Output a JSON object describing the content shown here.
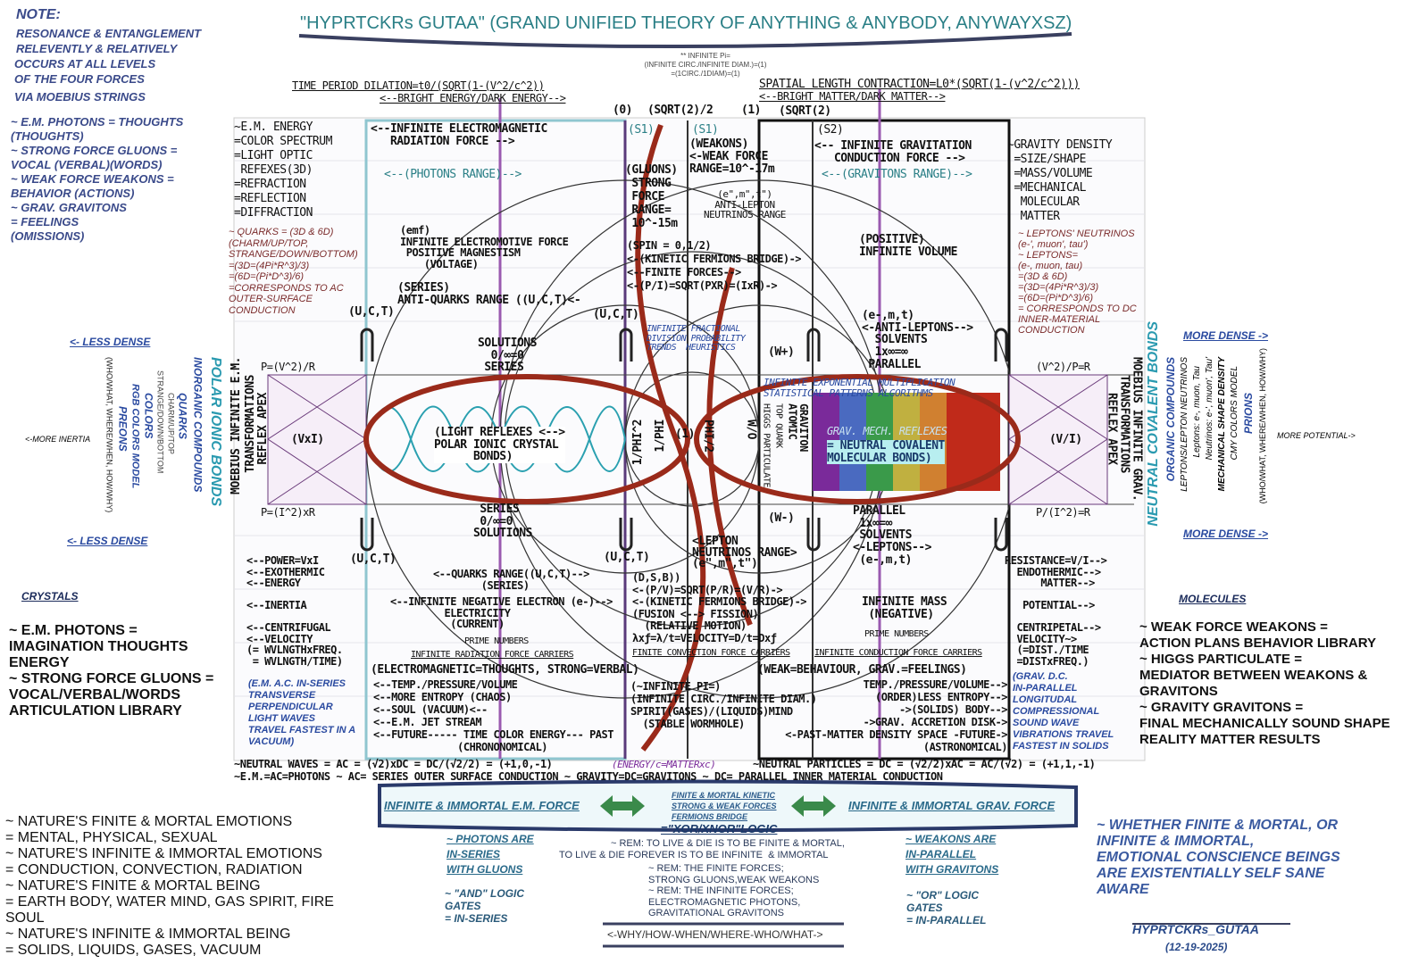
{
  "title": "\"HYPRTCKRs GUTAA\" (GRAND UNIFIED THEORY OF ANYTHING & ANYBODY, ANYWAYXSZ)",
  "note": {
    "head": "NOTE:",
    "lines": [
      "RESONANCE & ENTANGLEMENT",
      "RELEVENTLY & RELATIVELY",
      "OCCURS AT ALL LEVELS",
      "OF THE FOUR FORCES",
      "VIA MOEBIUS STRINGS"
    ]
  },
  "left_notes": [
    "~ E.M. PHOTONS = THOUGHTS",
    "(THOUGHTS)",
    "~ STRONG FORCE GLUONS =",
    "VOCAL (VERBAL)(WORDS)",
    "~ WEAK FORCE WEAKONS =",
    "BEHAVIOR (ACTIONS)",
    "~ GRAV. GRAVITONS",
    "= FEELINGS",
    "(OMISSIONS)"
  ],
  "pi_note": [
    "** INFINITE Pi=",
    "(INFINITE CIRC./INFINITE DIAM.)=(1)",
    "=(1CIRC./1DIAM)=(1)"
  ],
  "time_dilation": "TIME PERIOD DILATION=t0/(SQRT(1-(V^2/c^2))",
  "bright_energy": "<--BRIGHT ENERGY/DARK ENERGY-->",
  "spatial_contraction": "SPATIAL LENGTH CONTRACTION=L0*(SQRT(1-(v^2/c^2)))",
  "bright_matter": "<--BRIGHT MATTER/DARK MATTER-->",
  "axis": [
    "(0)",
    "(SQRT(2)/2",
    "(1)",
    "(SQRT(2)"
  ],
  "em_energy": [
    "~E.M. ENERGY",
    "=COLOR SPECTRUM",
    "=LIGHT OPTIC",
    " REFEXES(3D)",
    "=REFRACTION",
    "=REFLECTION",
    "=DIFFRACTION"
  ],
  "grav_density": [
    "~GRAVITY DENSITY",
    " =SIZE/SHAPE",
    " =MASS/VOLUME",
    " =MECHANICAL",
    "  MOLECULAR",
    "  MATTER"
  ],
  "quarks_note": [
    "~ QUARKS = (3D & 6D)",
    "(CHARM/UP/TOP,",
    "STRANGE/DOWN/BOTTOM)",
    "=(3D=(4Pi*R^3)/3)",
    "=(6D=(Pi*D^3)/6)",
    "=CORRESPONDS TO AC",
    "OUTER-SURFACE",
    "CONDUCTION"
  ],
  "leptons_note": [
    "~ LEPTONS' NEUTRINOS",
    "(e-', muon', tau')",
    "~ LEPTONS=",
    "(e-, muon, tau)",
    "=(3D & 6D)",
    "=(3D=(4Pi*R^3)/3)",
    "=(6D=(Pi*D^3)/6)",
    "= CORRESPONDS TO DC",
    "INNER-MATERIAL",
    "CONDUCTION"
  ],
  "center": {
    "inf_em": "<--INFINITE ELECTROMAGNETIC\n   RADIATION FORCE -->",
    "photons_range": "<--(PHOTONS RANGE)-->",
    "s1": "(S1)",
    "s2": "(S2)",
    "gluons": "(GLUONS)\n STRONG\n FORCE\n RANGE=\n 10^-15m",
    "weakons": "(WEAKONS)\n<-WEAK FORCE\nRANGE=10^-17m",
    "anti_lepton": "(e\",m\",t\")\nANTI-LEPTON\nNEUTRINOS RANGE",
    "inf_grav": "<-- INFINITE GRAVITATION\n   CONDUCTION FORCE -->",
    "gravitons_range": "<--(GRAVITONS RANGE)-->",
    "emf": "(emf)\nINFINITE ELECTROMOTIVE FORCE\n POSITIVE MAGNESTISM\n    (VOLTAGE)",
    "spin": "(SPIN = 0,1/2)\n<-(KINETIC FERMIONS BRIDGE)->\n<--FINITE FORCES-->\n<-(P/I)=SQRT(PXR)=(IxR)->",
    "positive": "(POSITIVE)\nINFINITE VOLUME",
    "anti_quarks": "(SERIES)\nANTI-QUARKS RANGE ((U,C,T)<-",
    "anti_leptons": "(e-,m,t)\n<-ANTI-LEPTONS-->\n  SOLVENTS\n  1x∞=∞\n PARALLEL",
    "solutions_top": "SOLUTIONS\n  0/∞=0\n SERIES",
    "fractional": "INFINITE FRACTIONAL\nDIVISION PROBABILITY\nTRENDS  HEURISTICS",
    "exponential": "INFINITE EXPONENTIAL MULTIPLICATION\nSTATISTICAL PATTERNS ALGORITHMS",
    "p_left_top": "P=(V^2)/R",
    "p_left_bot": "P=(I^2)xR",
    "p_right_top": "(V^2)/P=R",
    "p_right_bot": "P/(I^2)=R",
    "vxi": "(VxI)",
    "vi": "(V/I)",
    "light_reflexes": "(LIGHT REFLEXES <-->\nPOLAR IONIC CRYSTAL\n      BONDS)",
    "grav_mech": "GRAV. MECH. REFLEXES",
    "neutral_covalent": "= NEUTRAL COVALENT\nMOLECULAR BONDS)",
    "vert_labels": [
      "1/PHI^2",
      "1/PHI",
      "PHI/2",
      "(1)",
      "W/O",
      "GRAVITON\nATOMIC",
      "HIGGS PARTICULATE",
      "TOP QUARK"
    ],
    "solutions_bot": " SERIES\n 0/∞=0\nSOLUTIONS",
    "parallel_bot": "PARALLEL\n 1x∞=∞\n SOLVENTS\n<-LEPTONS-->\n (e-,m,t)",
    "lepton_range": "<LEPTON\nNEUTRINOS RANGE>\n(e\",m\",t\")",
    "power": "<--POWER=VxI\n<--EXOTHERMIC\n<--ENERGY\n\n<--INERTIA\n\n<--CENTRIFUGAL\n<--VELOCITY\n(= WVLNGTHxFREQ.\n = WVLNGTH/TIME)",
    "quarks_range": "<--QUARKS RANGE((U,C,T)-->\n        (SERIES)",
    "neg_electron": "<--INFINITE NEGATIVE ELECTRON (e-)-->\n         ELECTRICITY\n          (CURRENT)",
    "dsb": "(D,S,B))\n<-(P/V)=SQRT(P/R)=(V/R)->\n<-(KINETIC FERMIONS BRIDGE)->\n(FUSION <--> FISSION)\n  (RELATIVE MOTION)\nλxƒ=λ/t=VELOCITY=D/t=Dxƒ",
    "inf_mass": "INFINITE MASS\n (NEGATIVE)",
    "resistance": "RESISTANCE=V/I-->\n  ENDOTHERMIC-->\n      MATTER-->\n\n   POTENTIAL-->\n\n  CENTRIPETAL-->\n  VELOCITY~>\n  (=DIST./TIME\n  =DISTxFREQ.)",
    "prime": "PRIME NUMBERS",
    "rad_carriers": "INFINITE RADIATION FORCE CARRIERS",
    "conv_carriers": "FINITE CONVECTION FORCE CARRIERS",
    "cond_carriers": "INFINITE CONDUCTION FORCE CARRIERS",
    "em_thoughts": "(ELECTROMAGNETIC=THOUGHTS, STRONG=VERBAL)",
    "weak_behaviour": "(WEAK=BEHAVIOUR, GRAV.=FEELINGS)",
    "temp_left": "<--TEMP./PRESSURE/VOLUME\n<--MORE ENTROPY (CHAOS)\n<--SOUL (VACUUM)<--\n<--E.M. JET STREAM\n<--FUTURE----- TIME COLOR ENERGY--- PAST\n              (CHRONONOMICAL)",
    "inf_pi": "(~INFINITE PI=)\n(INFINITE CIRC./INFINITE DIAM.)\nSPIRIT(GASES)/(LIQUIDS)MIND\n  (STABLE WORMHOLE)",
    "temp_right": "TEMP./PRESSURE/VOLUME-->\n(ORDER)LESS ENTROPY-->\n->(SOLIDS) BODY-->\n->GRAV. ACCRETION DISK->\n<-PAST-MATTER DENSITY SPACE -FUTURE->\n       (ASTRONOMICAL)",
    "em_ac": "(E.M. A.C. IN-SERIES\nTRANSVERSE\nPERPENDICULAR\nLIGHT WAVES\nTRAVEL FASTEST IN A\nVACUUM)",
    "grav_dc": "(GRAV. D.C.\nIN-PARALLEL\nLONGITUDAL\nCOMPRESSIONAL\nSOUND WAVE\nVIBRATIONS TRAVEL\nFASTEST IN SOLIDS",
    "uct": "(U,C,T)",
    "dsb_small": "(D,S,B))",
    "w_plus": "(W+)",
    "w_minus": "(W-)"
  },
  "neutral_waves": "~NEUTRAL WAVES = AC = (√2)xDC = DC/(√2/2) = (+1,0,-1)",
  "energy_matter": "(ENERGY/c=MATTERxc)",
  "neutral_particles": "~NEUTRAL PARTICLES = DC = (√2/2)xAC = AC/(√2) = (+1,1,-1)",
  "em_line": "~E.M.=AC=PHOTONS ~ AC= SERIES OUTER SURFACE CONDUCTION ~ GRAVITY=DC=GRAVITONS ~ DC= PARALLEL INNER MATERIAL CONDUCTION",
  "side": {
    "less_dense": "<- LESS DENSE",
    "more_dense": "MORE DENSE ->",
    "more_inertia": "<-MORE INERTIA",
    "more_potential": "MORE POTENTIAL->",
    "left_vert": [
      "POLAR IONIC BONDS",
      "INORGANIC COMPOUNDS",
      "QUARKS",
      "COLORS",
      "RGB COLORS MODEL",
      "PREONS",
      "CHARM/UP/TOP",
      "STRANGE/DOWN/BOTTOM",
      "(WHO/WHAT, WHERE/WHEN, HOW/WHY)",
      "MOEBIUS INFINITE E.M.",
      "TRANSFORMATIONS",
      "REFLEX APEX"
    ],
    "right_vert": [
      "NEUTRAL COVALENT BONDS",
      "ORGANIC COMPOUNDS",
      "LEPTONS/LEPTON NEUTRINOS",
      "Neutrinos: e-', muon', Tau'",
      "Leptons: e-, muon, Tau",
      "MECHANICAL SHAPE DENSITY",
      "CMY COLORS MODEL",
      "PRIONS",
      "(WHO/WHAT, WHERE/WHEN, HOW/WHY)",
      "MOEBIUS INFINITE GRAV.",
      "TRANSFORMATIONS",
      "REFLEX APEX"
    ]
  },
  "crystals": {
    "head": "CRYSTALS",
    "lines": [
      "~ E.M. PHOTONS =",
      "IMAGINATION THOUGHTS",
      "ENERGY",
      "~ STRONG FORCE GLUONS =",
      "VOCAL/VERBAL/WORDS",
      "ARTICULATION LIBRARY"
    ]
  },
  "molecules": {
    "head": "MOLECULES",
    "lines": [
      "~ WEAK FORCE WEAKONS =",
      "ACTION PLANS BEHAVIOR LIBRARY",
      "~ HIGGS PARTICULATE =",
      "MEDIATOR BETWEEN WEAKONS &",
      "GRAVITONS",
      "~ GRAVITY GRAVITONS =",
      "FINAL MECHANICALLY SOUND SHAPE",
      "REALITY MATTER RESULTS"
    ]
  },
  "nature": [
    "~ NATURE'S FINITE & MORTAL EMOTIONS",
    "= MENTAL, PHYSICAL, SEXUAL",
    "~ NATURE'S INFINITE & IMMORTAL EMOTIONS",
    "= CONDUCTION, CONVECTION, RADIATION",
    "~ NATURE'S FINITE & MORTAL BEING",
    "= EARTH BODY, WATER MIND, GAS SPIRIT, FIRE",
    "SOUL",
    "~ NATURE'S INFINITE & IMMORTAL BEING",
    "= SOLIDS, LIQUIDS, GASES, VACUUM"
  ],
  "banner": {
    "left": "INFINITE & IMMORTAL E.M. FORCE",
    "mid": [
      "FINITE & MORTAL KINETIC",
      "STRONG & WEAK FORCES",
      "FERMIONS BRIDGE"
    ],
    "right": "INFINITE & IMMORTAL GRAV. FORCE",
    "logic": "=\"XOR/XNOR\"LOGIC"
  },
  "photons_are": [
    "~ PHOTONS ARE",
    "IN-SERIES",
    "WITH GLUONS"
  ],
  "and_logic": [
    "~ \"AND\" LOGIC",
    "GATES",
    "= IN-SERIES"
  ],
  "weakons_are": [
    "~ WEAKONS ARE",
    "IN-PARALLEL",
    "WITH GRAVITONS"
  ],
  "or_logic": [
    "~ \"OR\" LOGIC",
    "GATES",
    "= IN-PARALLEL"
  ],
  "rem": [
    "~ REM: TO LIVE & DIE IS TO BE FINITE & MORTAL,",
    "TO LIVE & DIE FOREVER IS TO BE INFINITE  & IMMORTAL",
    "~ REM: THE FINITE FORCES;",
    "STRONG GLUONS,WEAK WEAKONS",
    "~ REM: THE INFINITE FORCES;",
    "ELECTROMAGNETIC PHOTONS,",
    "GRAVITATIONAL GRAVITONS"
  ],
  "why": "<-WHY/HOW-WHEN/WHERE-WHO/WHAT->",
  "whether": [
    "~ WHETHER FINITE & MORTAL, OR",
    "INFINITE & IMMORTAL,",
    "EMOTIONAL CONSCIENCE BEINGS",
    "ARE EXISTENTIALLY SELF SANE",
    "AWARE"
  ],
  "signature": "HYPRTCKRs_GUTAA",
  "date": "(12-19-2025)",
  "colors": {
    "teal": "#2a7f86",
    "navy": "#3a4a8a",
    "red": "#9a2a1a",
    "purple": "#7a3a9a",
    "green": "#3a8a4a"
  }
}
